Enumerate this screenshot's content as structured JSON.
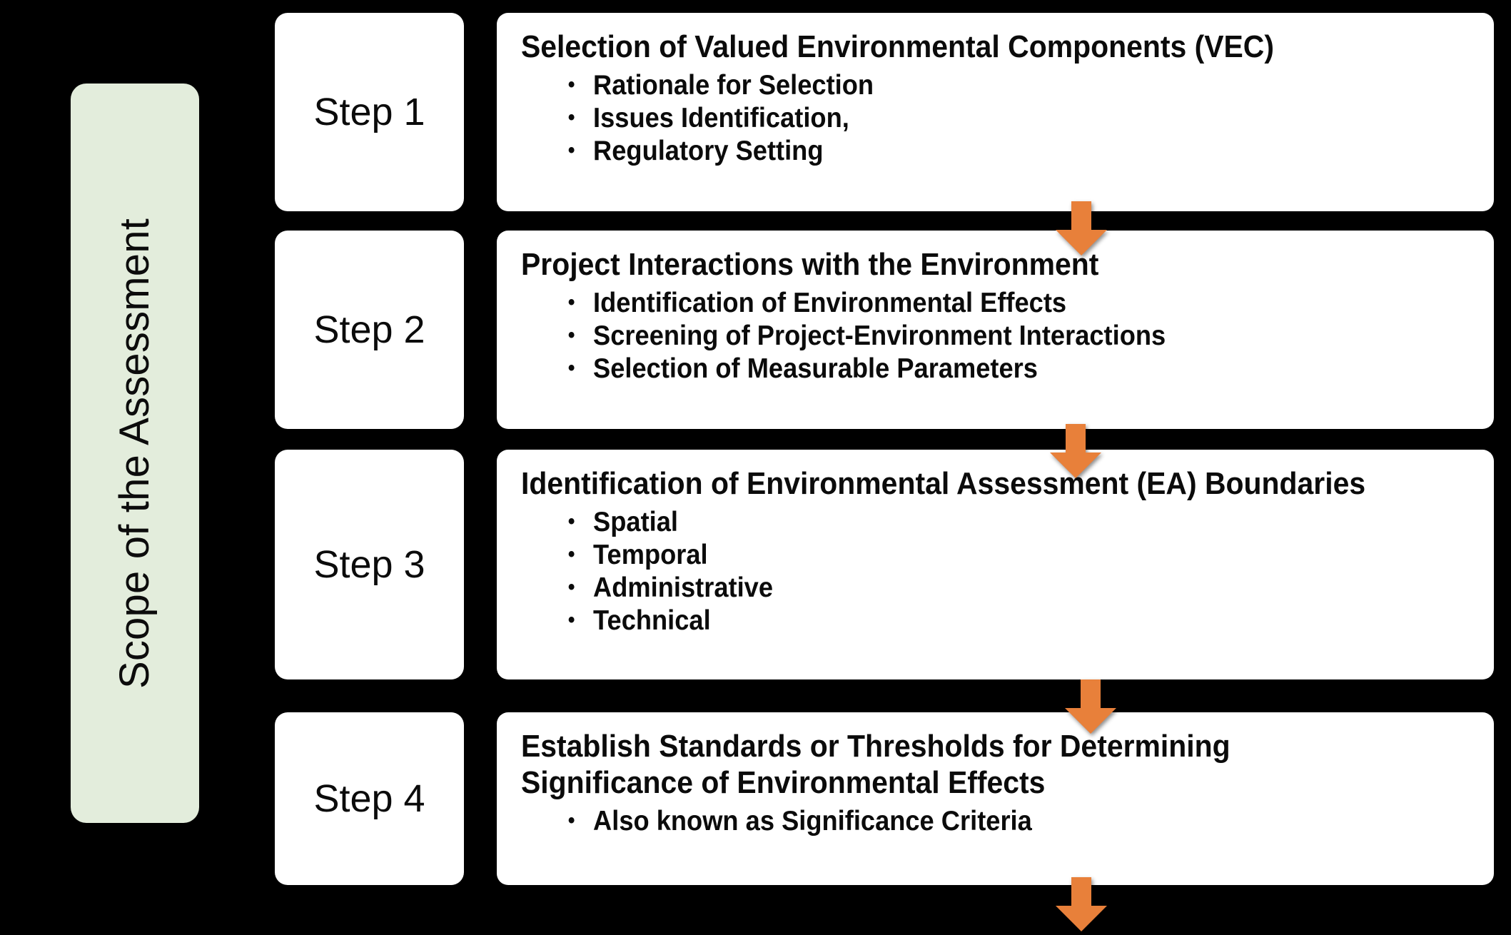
{
  "theme": {
    "background": "#000000",
    "card_bg": "#FFFFFF",
    "scope_bar_bg": "#E3EDDC",
    "arrow_color": "#E8803A",
    "text_color": "#0B0B0B"
  },
  "scope_bar": {
    "label": "Scope of the Assessment"
  },
  "steps": [
    {
      "step_label": "Step 1",
      "heading": "Selection of Valued Environmental Components (VEC)",
      "bullets": [
        "Rationale for Selection",
        "Issues Identification,",
        "Regulatory Setting"
      ]
    },
    {
      "step_label": "Step 2",
      "heading": "Project Interactions with the Environment",
      "bullets": [
        "Identification of Environmental Effects",
        "Screening of Project-Environment Interactions",
        "Selection of Measurable Parameters"
      ]
    },
    {
      "step_label": "Step 3",
      "heading": "Identification of Environmental Assessment (EA) Boundaries",
      "bullets": [
        "Spatial",
        "Temporal",
        "Administrative",
        "Technical"
      ]
    },
    {
      "step_label": "Step 4",
      "heading": "Establish Standards or Thresholds for Determining Significance of Environmental Effects",
      "bullets": [
        "Also known as Significance Criteria"
      ]
    }
  ],
  "connectors": [
    {
      "name": "arrow-step1-to-step2",
      "icon": "arrow-down-icon"
    },
    {
      "name": "arrow-step2-to-step3",
      "icon": "arrow-down-icon"
    },
    {
      "name": "arrow-step3-to-step4",
      "icon": "arrow-down-icon"
    },
    {
      "name": "arrow-step4-to-next",
      "icon": "arrow-down-icon"
    }
  ]
}
